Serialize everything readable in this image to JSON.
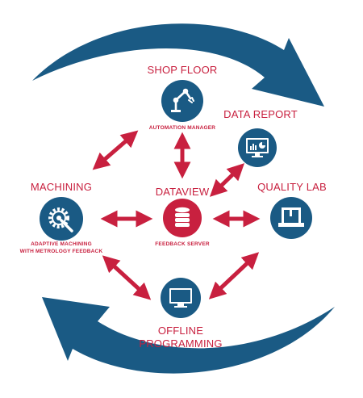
{
  "colors": {
    "blue": "#1a5a84",
    "red": "#c8203f",
    "white": "#ffffff"
  },
  "nodes": {
    "shop_floor": {
      "title": "SHOP FLOOR",
      "subtitle": "AUTOMATION MANAGER",
      "icon": "robot-arm-icon"
    },
    "data_report": {
      "title": "DATA REPORT",
      "icon": "chart-monitor-icon"
    },
    "machining": {
      "title": "MACHINING",
      "subtitle_line1": "ADAPTIVE MACHINING",
      "subtitle_line2": "WITH METROLOGY FEEDBACK",
      "icon": "gear-wrench-icon"
    },
    "dataview": {
      "title": "DATAVIEW",
      "subtitle": "FEEDBACK SERVER",
      "icon": "database-icon"
    },
    "quality_lab": {
      "title": "QUALITY LAB",
      "icon": "cmm-machine-icon"
    },
    "offline": {
      "title_line1": "OFFLINE",
      "title_line2": "PROGRAMMING",
      "icon": "monitor-icon"
    }
  }
}
